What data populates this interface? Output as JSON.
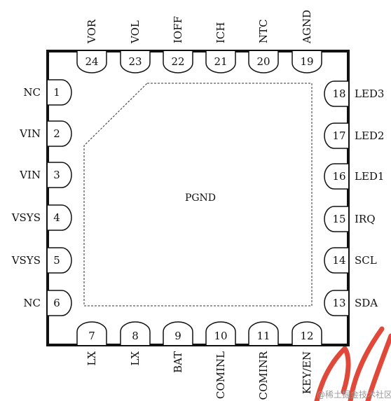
{
  "package": {
    "center_label": "PGND",
    "left_pins": [
      {
        "num": "1",
        "name": "NC"
      },
      {
        "num": "2",
        "name": "VIN"
      },
      {
        "num": "3",
        "name": "VIN"
      },
      {
        "num": "4",
        "name": "VSYS"
      },
      {
        "num": "5",
        "name": "VSYS"
      },
      {
        "num": "6",
        "name": "NC"
      }
    ],
    "bottom_pins": [
      {
        "num": "7",
        "name": "LX"
      },
      {
        "num": "8",
        "name": "LX"
      },
      {
        "num": "9",
        "name": "BAT"
      },
      {
        "num": "10",
        "name": "COMINL"
      },
      {
        "num": "11",
        "name": "COMINR"
      },
      {
        "num": "12",
        "name": "KEY/EN"
      }
    ],
    "right_pins": [
      {
        "num": "13",
        "name": "SDA"
      },
      {
        "num": "14",
        "name": "SCL"
      },
      {
        "num": "15",
        "name": "IRQ"
      },
      {
        "num": "16",
        "name": "LED1"
      },
      {
        "num": "17",
        "name": "LED2"
      },
      {
        "num": "18",
        "name": "LED3"
      }
    ],
    "top_pins": [
      {
        "num": "19",
        "name": "AGND"
      },
      {
        "num": "20",
        "name": "NTC"
      },
      {
        "num": "21",
        "name": "ICH"
      },
      {
        "num": "22",
        "name": "IOFF"
      },
      {
        "num": "23",
        "name": "VOL"
      },
      {
        "num": "24",
        "name": "VOR"
      }
    ]
  },
  "watermark": "@稀土掘金技术社区",
  "colors": {
    "outline": "#111111",
    "watermark_stroke": "#e0483a"
  }
}
